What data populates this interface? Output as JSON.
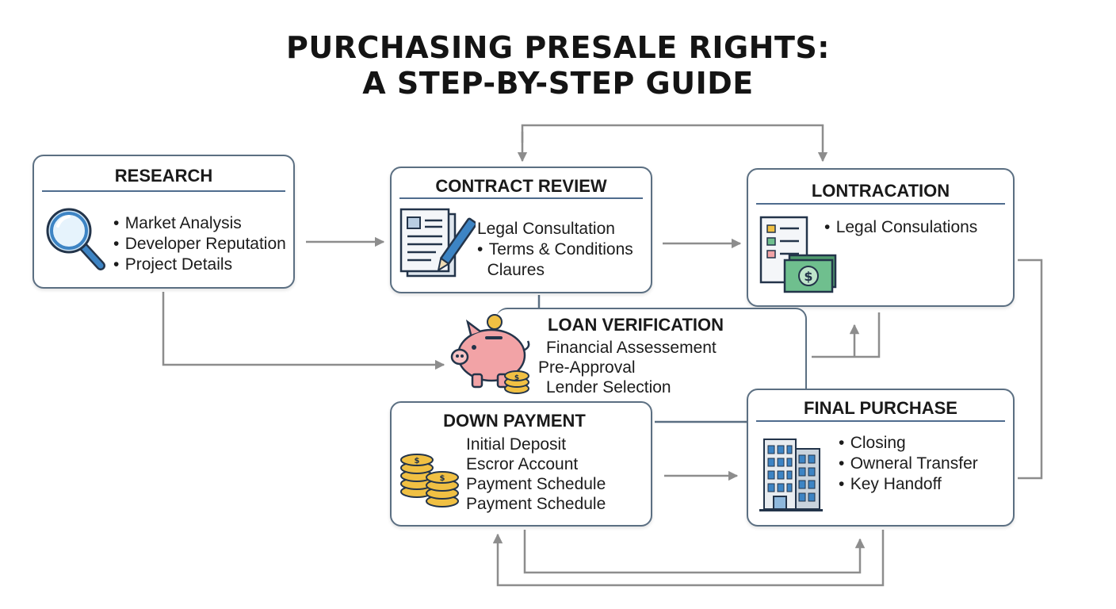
{
  "title": {
    "line1": "PURCHASING PRESALE RIGHTS:",
    "line2": "A STEP-BY-STEP GUIDE"
  },
  "steps": {
    "research": {
      "heading": "RESEARCH",
      "items": [
        "Market Analysis",
        "Developer Reputation",
        "Project Details"
      ],
      "icon": "magnifying-glass-icon"
    },
    "contract_review": {
      "heading": "CONTRACT REVIEW",
      "items": [
        "Legal Consultation",
        "Terms & Conditions",
        "Claures"
      ],
      "icon": "document-pen-icon"
    },
    "lontraction": {
      "heading": "LONTRACATION",
      "items": [
        "Legal Consulations"
      ],
      "icon": "document-money-icon"
    },
    "loan_verification": {
      "heading": "LOAN VERIFICATION",
      "items": [
        "Financial Assessement",
        "Pre-Approval",
        "Lender Selection"
      ],
      "icon": "piggy-bank-icon"
    },
    "down_payment": {
      "heading": "DOWN PAYMENT",
      "items": [
        "Initial Deposit",
        "Escror Account",
        "Payment Schedule",
        "Payment Schedule"
      ],
      "icon": "coin-stacks-icon"
    },
    "final_purchase": {
      "heading": "FINAL PURCHASE",
      "items": [
        "Closing",
        "Owneral Transfer",
        "Key Handoff"
      ],
      "icon": "office-building-icon"
    }
  },
  "colors": {
    "box_border": "#5b6f82",
    "rule": "#4f6c8e",
    "connector": "#8d8d8d",
    "magnifier": "#3d84c4",
    "piggy": "#f2a3a6",
    "coin": "#f0c043",
    "money": "#6fbf8e"
  }
}
